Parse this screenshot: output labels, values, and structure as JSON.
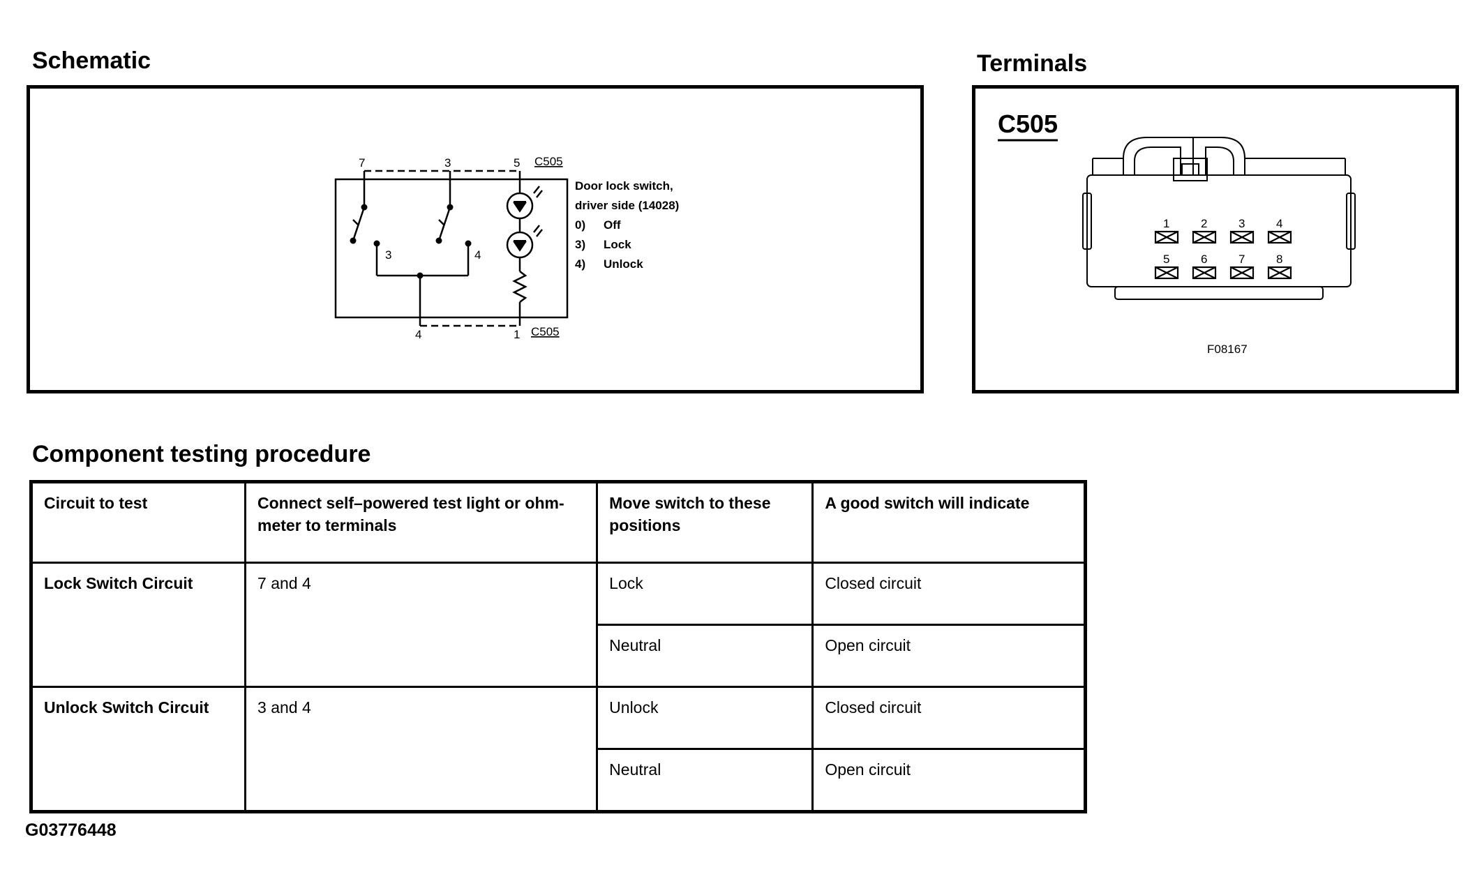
{
  "schematic": {
    "heading": "Schematic",
    "pin_labels": {
      "top_7": "7",
      "top_3": "3",
      "top_5": "5",
      "bottom_4": "4",
      "bottom_1": "1",
      "inner_3": "3",
      "inner_4": "4"
    },
    "connector_top": "C505",
    "connector_bottom": "C505",
    "legend": [
      "Door lock switch,",
      "driver side (14028)",
      "0)",
      "Off",
      "3)",
      "Lock",
      "4)",
      "Unlock"
    ]
  },
  "terminals": {
    "heading": "Terminals",
    "connector_name": "C505",
    "pins_top": [
      "1",
      "2",
      "3",
      "4"
    ],
    "pins_bottom": [
      "5",
      "6",
      "7",
      "8"
    ],
    "figure_id": "F08167"
  },
  "procedure": {
    "heading": "Component testing procedure",
    "columns": [
      "Circuit to test",
      "Connect self–powered test light or ohm-meter to terminals",
      "Move switch to these positions",
      "A good switch will indicate"
    ],
    "groups": [
      {
        "circuit": "Lock Switch Circuit",
        "terminals": "7 and 4",
        "rows": [
          {
            "position": "Lock",
            "indicate": "Closed circuit"
          },
          {
            "position": "Neutral",
            "indicate": "Open circuit"
          }
        ]
      },
      {
        "circuit": "Unlock Switch Circuit",
        "terminals": "3 and 4",
        "rows": [
          {
            "position": "Unlock",
            "indicate": "Closed circuit"
          },
          {
            "position": "Neutral",
            "indicate": "Open circuit"
          }
        ]
      }
    ]
  },
  "footer_id": "G03776448"
}
